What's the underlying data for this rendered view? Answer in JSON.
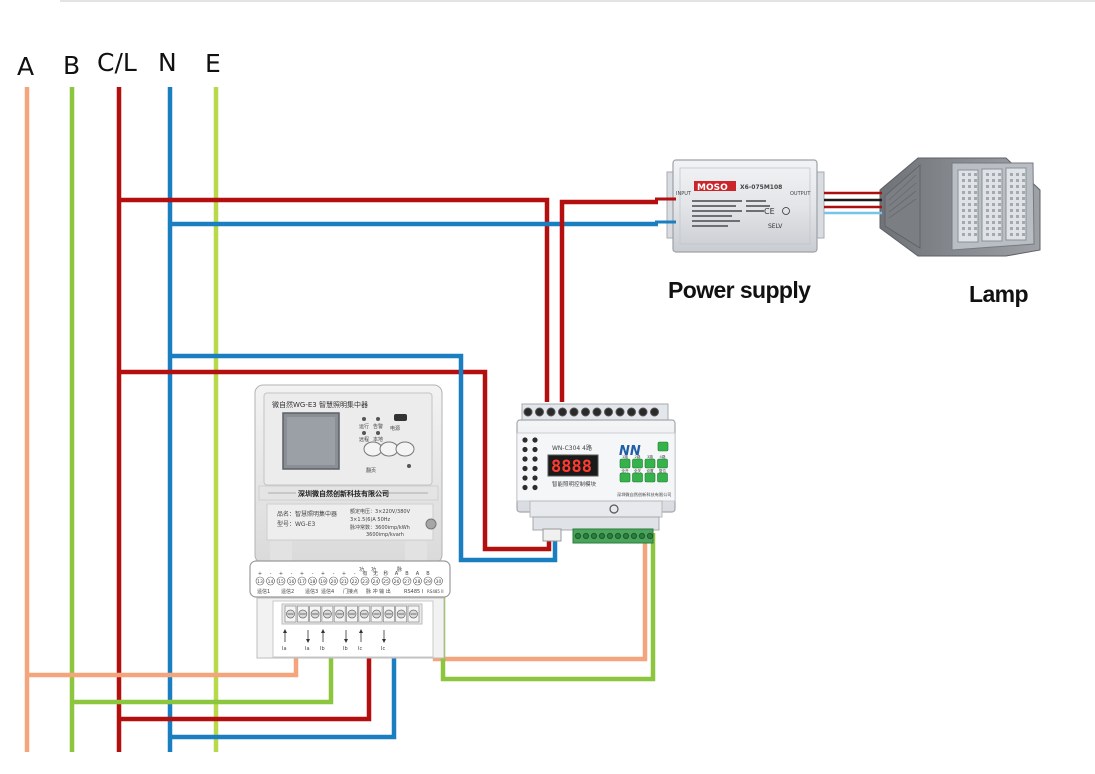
{
  "colors": {
    "line_A": "#f4a57c",
    "line_B": "#8cc63f",
    "line_CL": "#b30f0f",
    "line_N": "#1a7fc1",
    "line_E": "#b8d94a"
  },
  "bus_lines": [
    {
      "id": "A",
      "label": "A"
    },
    {
      "id": "B",
      "label": "B"
    },
    {
      "id": "CL",
      "label": "C/L"
    },
    {
      "id": "N",
      "label": "N"
    },
    {
      "id": "E",
      "label": "E"
    }
  ],
  "labels": {
    "power_supply": "Power supply",
    "lamp": "Lamp"
  },
  "power_supply": {
    "brand": "MOSO",
    "model": "X6-075M108",
    "input": "INPUT",
    "output": "OUTPUT",
    "selv": "SELV"
  },
  "concentrator": {
    "title": "微自然WG-E3 智慧照明集中器",
    "company": "深圳微自然创新科技有限公司",
    "product_name": "品名：智慧照明集中器",
    "model": "型号：WG-E3",
    "spec_1": "额定电压：3×220V/380V",
    "spec_2": "3×1.5(6)A  50Hz",
    "spec_3": "脉冲常数：3600imp/kWh",
    "spec_4": "3600imp/kvarh",
    "buttons": [
      "运行",
      "告警",
      "电源",
      "远程",
      "本地",
      "翻页"
    ],
    "terminal_signs": [
      "+",
      "-",
      "+",
      "-",
      "+",
      "-",
      "+",
      "-",
      "+",
      "-",
      "有",
      "无",
      "秒",
      "A",
      "B",
      "A",
      "B"
    ],
    "terminal_head": [
      "功",
      "功",
      "脉"
    ],
    "terminal_numbers": [
      "13",
      "14",
      "15",
      "16",
      "17",
      "18",
      "19",
      "20",
      "21",
      "22",
      "23",
      "24",
      "25",
      "26",
      "27",
      "28",
      "29",
      "30"
    ],
    "terminal_groups": [
      "遥信1",
      "遥信2",
      "遥信3",
      "遥信4",
      "门接点",
      "脉 冲 输 出",
      "RS485 I",
      "RS485 II"
    ],
    "current_labels": [
      "Ia",
      "Ia",
      "Ib",
      "Ib",
      "Ic",
      "Ic"
    ]
  },
  "controller": {
    "model": "WN-C304 4路",
    "display": "8888",
    "name": "智能照明控制模块",
    "company": "深圳微自然创新科技有限公司",
    "logo": "NN",
    "keys": [
      "1路",
      "2路",
      "3路",
      "4路",
      "全开",
      "全关",
      "设置",
      "复位"
    ]
  }
}
